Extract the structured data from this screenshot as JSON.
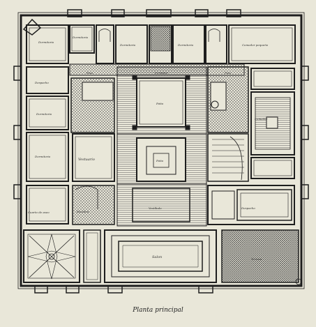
{
  "caption": "Planta principal",
  "rooms": {
    "dormitorio_nw": "Dormitorio",
    "dormitorio_2": "Dormitorio",
    "dormitorio_3": "Dormitorio",
    "dormitorio_4": "Dormitorio",
    "comedor": "Comedor pequeño",
    "despacho_w": "Despacho",
    "dormitorio_w2": "Dormitorio",
    "dormitorio_w3": "Dormitorio",
    "vestuario": "Vestuario",
    "cuarto_aseo": "Cuarto de aseo",
    "escalera": "Escalera",
    "patio": "Patio",
    "patio_small": "Patio",
    "vestibulo": "Vestíbulo",
    "despacho_e": "Despacho",
    "salon": "Salon",
    "terraza": "Terraza",
    "comedor_e": "Comedor",
    "paso_1": "Paso",
    "corredor": "Corredor",
    "paso_2": "Paso"
  },
  "colors": {
    "paper": "#e9e7d9",
    "ink": "#1e1e1e",
    "hatch": "#6a6a6a"
  }
}
